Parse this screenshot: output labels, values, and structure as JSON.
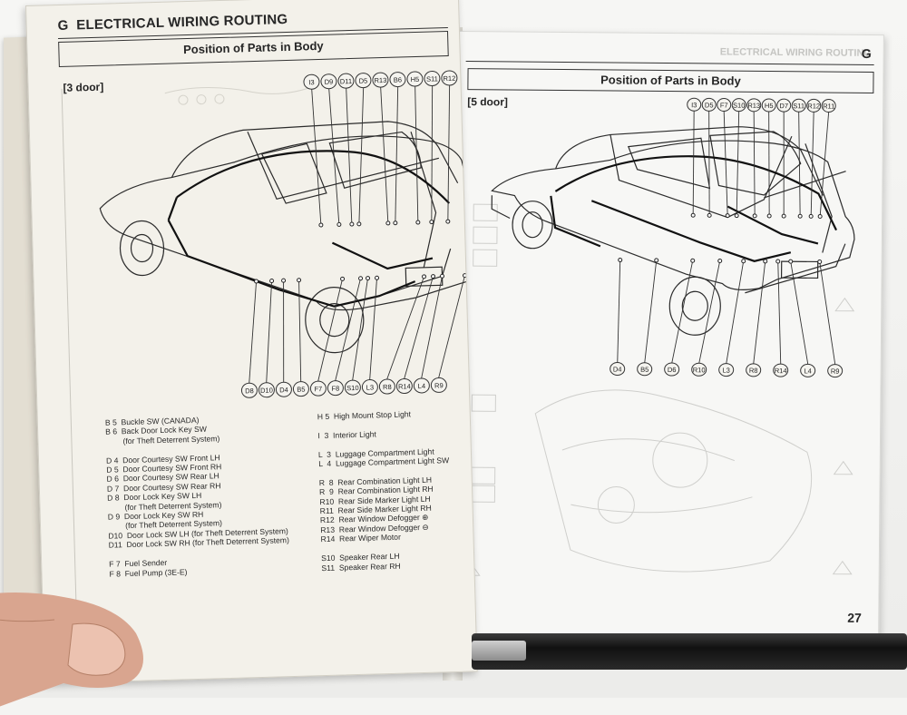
{
  "left_page": {
    "section_letter": "G",
    "section_title": "ELECTRICAL WIRING ROUTING",
    "subtitle": "Position of Parts in Body",
    "variant": "[3 door]",
    "top_callouts": [
      "I3",
      "D9",
      "D11",
      "D5",
      "R13",
      "B6",
      "H5",
      "S11",
      "R12"
    ],
    "bottom_callouts": [
      "D8",
      "D10",
      "D4",
      "B5",
      "F7",
      "F8",
      "S10",
      "L3",
      "R8",
      "R14",
      "L4",
      "R9"
    ],
    "legend_col1": [
      "B 5  Buckle SW (CANADA)",
      "B 6  Back Door Lock Key SW",
      "        (for Theft Deterrent System)",
      "",
      "D 4  Door Courtesy SW Front LH",
      "D 5  Door Courtesy SW Front RH",
      "D 6  Door Courtesy SW Rear LH",
      "D 7  Door Courtesy SW Rear RH",
      "D 8  Door Lock Key SW LH",
      "        (for Theft Deterrent System)",
      "D 9  Door Lock Key SW RH",
      "        (for Theft Deterrent System)",
      "D10  Door Lock SW LH (for Theft Deterrent System)",
      "D11  Door Lock SW RH (for Theft Deterrent System)",
      "",
      "F 7  Fuel Sender",
      "F 8  Fuel Pump (3E-E)"
    ],
    "legend_col2": [
      "H 5  High Mount Stop Light",
      "",
      "I  3  Interior Light",
      "",
      "L  3  Luggage Compartment Light",
      "L  4  Luggage Compartment Light SW",
      "",
      "R  8  Rear Combination Light LH",
      "R  9  Rear Combination Light RH",
      "R10  Rear Side Marker Light LH",
      "R11  Rear Side Marker Light RH",
      "R12  Rear Window Defogger ⊕",
      "R13  Rear Window Defogger ⊖",
      "R14  Rear Wiper Motor",
      "",
      "S10  Speaker Rear LH",
      "S11  Speaker Rear RH"
    ]
  },
  "right_page": {
    "section_letter": "G",
    "ghost_header": "ELECTRICAL WIRING ROUTING",
    "subtitle": "Position of Parts in Body",
    "variant": "[5 door]",
    "top_callouts": [
      "I3",
      "D5",
      "F7",
      "S10",
      "R13",
      "H5",
      "D7",
      "S11",
      "R12",
      "R11"
    ],
    "bottom_callouts": [
      "D4",
      "B5",
      "D6",
      "R10",
      "L3",
      "R8",
      "R14",
      "L4",
      "R9"
    ],
    "page_number": "27"
  },
  "colors": {
    "paper": "#f3f1ea",
    "ink": "#262626",
    "ghost": "#c5c5c2"
  }
}
